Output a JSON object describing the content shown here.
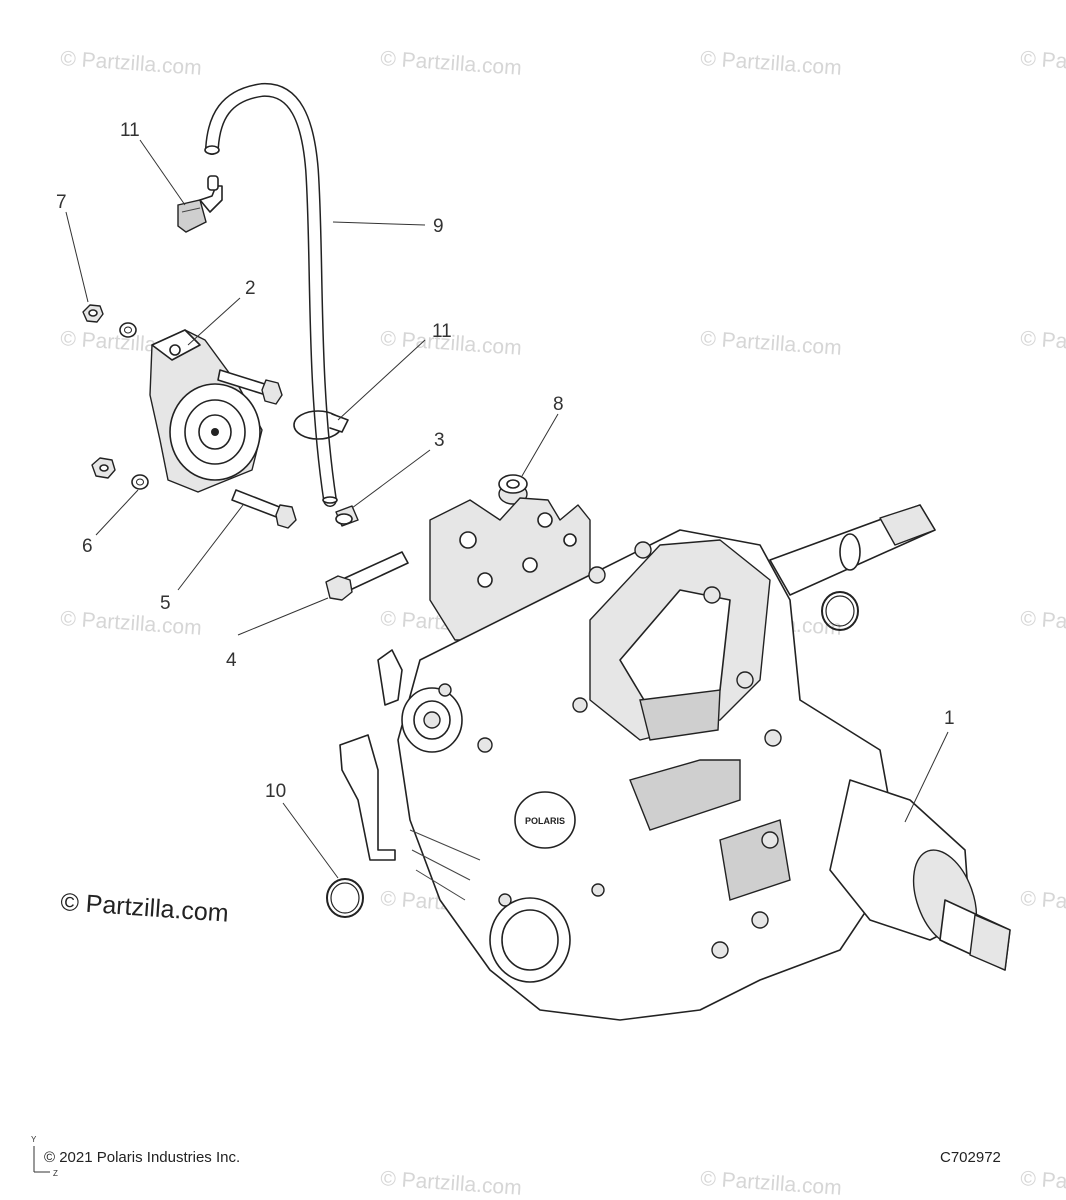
{
  "diagram": {
    "watermark_text": "© Partzilla.com",
    "brand_watermark": "© Partzilla.com",
    "copyright": "© 2021 Polaris Industries Inc.",
    "diagram_code": "C702972",
    "axis_labels": {
      "y": "Y",
      "z": "Z"
    },
    "emblem_text": "POLARIS",
    "callouts": [
      {
        "id": "c1",
        "label": "1"
      },
      {
        "id": "c2",
        "label": "2"
      },
      {
        "id": "c3",
        "label": "3"
      },
      {
        "id": "c4",
        "label": "4"
      },
      {
        "id": "c5",
        "label": "5"
      },
      {
        "id": "c6",
        "label": "6"
      },
      {
        "id": "c7",
        "label": "7"
      },
      {
        "id": "c8",
        "label": "8"
      },
      {
        "id": "c9",
        "label": "9"
      },
      {
        "id": "c10",
        "label": "10"
      },
      {
        "id": "c11a",
        "label": "11"
      },
      {
        "id": "c11b",
        "label": "11"
      }
    ]
  }
}
